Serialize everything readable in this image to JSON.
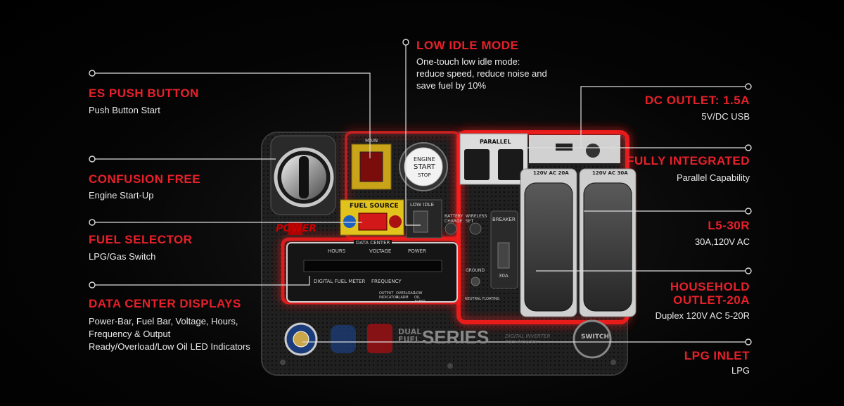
{
  "callouts": {
    "es_push_button": {
      "title": "ES PUSH BUTTON",
      "desc": "Push Button Start"
    },
    "confusion_free": {
      "title": "CONFUSION FREE",
      "desc": "Engine Start-Up"
    },
    "fuel_selector": {
      "title": "FUEL SELECTOR",
      "desc": "LPG/Gas Switch"
    },
    "data_center_displays": {
      "title": "DATA CENTER DISPLAYS",
      "desc_lines": [
        "Power-Bar, Fuel Bar, Voltage, Hours,",
        "Frequency & Output",
        "Ready/Overload/Low Oil LED Indicators"
      ]
    },
    "low_idle_mode": {
      "title": "LOW IDLE MODE",
      "desc_lines": [
        "One-touch low idle mode:",
        "reduce speed, reduce noise and",
        "save fuel by 10%"
      ]
    },
    "dc_outlet": {
      "title": "DC OUTLET: 1.5A",
      "desc": "5V/DC USB"
    },
    "fully_integrated": {
      "title": "FULLY INTEGRATED",
      "desc": "Parallel Capability"
    },
    "l5_30r": {
      "title": "L5-30R",
      "desc": "30A,120V AC"
    },
    "household_outlet": {
      "title_lines": [
        "HOUSEHOLD",
        "OUTLET-20A"
      ],
      "desc": "Duplex 120V AC 5-20R"
    },
    "lpg_inlet": {
      "title": "LPG INLET",
      "desc": "LPG"
    }
  },
  "panel": {
    "main_label": "MAIN",
    "engine_lines": [
      "ENGINE",
      "START",
      "STOP"
    ],
    "fuel_source": "FUEL SOURCE",
    "low_idle": "LOW IDLE",
    "parallel": "PARALLEL",
    "battery_charge": "BATTERY CHARGE",
    "wireless_set": "WIRELESS SET",
    "breaker": "BREAKER",
    "breaker_rating": "30A",
    "ground": "GROUND",
    "data_center": "DATA CENTER",
    "hours": "HOURS",
    "voltage": "VOLTAGE",
    "power": "POWER",
    "digital_fuel_meter": "DIGITAL FUEL METER",
    "frequency": "FREQUENCY",
    "output_indicator": "OUTPUT INDICATOR",
    "overload_alarm": "OVERLOAD ALARM",
    "low_oil_alert": "LOW OIL ALERT",
    "outlet_120_ac_20a": "120V AC 20A",
    "outlet_120_ac_30a": "120V AC 30A",
    "neutral_floating": "NEUTRAL FLOATING",
    "brand": "POWER",
    "dual_fuel_top": "DUAL",
    "dual_fuel_bottom": "FUEL",
    "series": "SERIES",
    "digital_inverter": "DIGITAL INVERTER TECHNOLOGY",
    "switch_tech": "SWITCH"
  },
  "colors": {
    "accent": "#e8202a",
    "text": "#e8e8e8",
    "panel": "#1b1b1b",
    "glow": "#ff1a1a"
  }
}
